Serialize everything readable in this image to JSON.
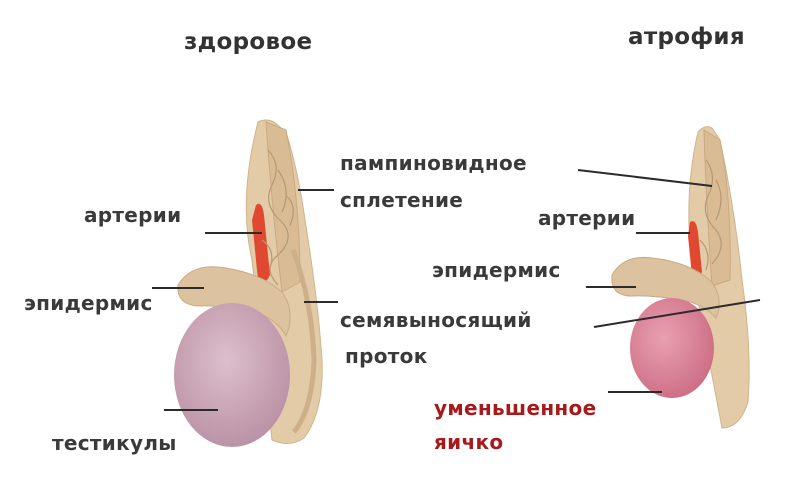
{
  "titles": {
    "healthy": "здоровое",
    "atrophy": "атрофия"
  },
  "labels": {
    "arteries_left": "артерии",
    "epididymis_left": "эпидермис",
    "testicles": "тестикулы",
    "plexus_line1": "пампиновидное",
    "plexus_line2": "сплетение",
    "vas_line1": "семявыносящий",
    "vas_line2": "проток",
    "arteries_right": "артерии",
    "epididymis_right": "эпидермис",
    "reduced_line1": "уменьшенное",
    "reduced_line2": "яичко"
  },
  "colors": {
    "tissue": "#e3cba8",
    "tissue_dark": "#d9bc94",
    "testis_healthy": "#c99fb3",
    "testis_atrophy": "#db8497",
    "artery": "#e0492f",
    "leader": "#2b2b2b",
    "reduced_label": "#a8191b"
  }
}
